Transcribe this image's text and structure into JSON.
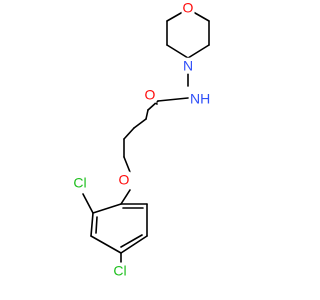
{
  "molecule": {
    "atoms": [
      {
        "id": "O_morph",
        "text": "O",
        "color": "#ff0d0d"
      },
      {
        "id": "N_morph",
        "text": "N",
        "color": "#3050f8"
      },
      {
        "id": "NH",
        "text": "NH",
        "color": "#3050f8"
      },
      {
        "id": "O_carbonyl",
        "text": "O",
        "color": "#ff0d0d"
      },
      {
        "id": "O_ether",
        "text": "O",
        "color": "#ff0d0d"
      },
      {
        "id": "Cl_ortho",
        "text": "Cl",
        "color": "#1fc01f"
      },
      {
        "id": "Cl_para",
        "text": "Cl",
        "color": "#1fc01f"
      }
    ],
    "bond_color": "#000000"
  }
}
